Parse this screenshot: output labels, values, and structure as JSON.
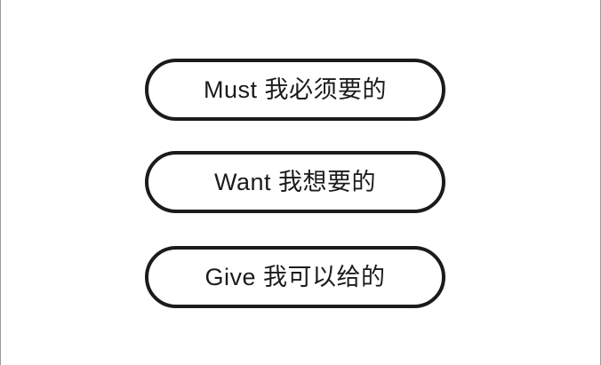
{
  "canvas": {
    "background_color": "#ffffff",
    "edge_line_color": "#9b9b9b"
  },
  "style": {
    "shape_border_color": "#1b1b1b",
    "text_color": "#1b1b1b"
  },
  "pills": [
    {
      "id": "must",
      "label": "Must 我必须要的"
    },
    {
      "id": "want",
      "label": "Want 我想要的"
    },
    {
      "id": "give",
      "label": "Give 我可以给的"
    }
  ]
}
